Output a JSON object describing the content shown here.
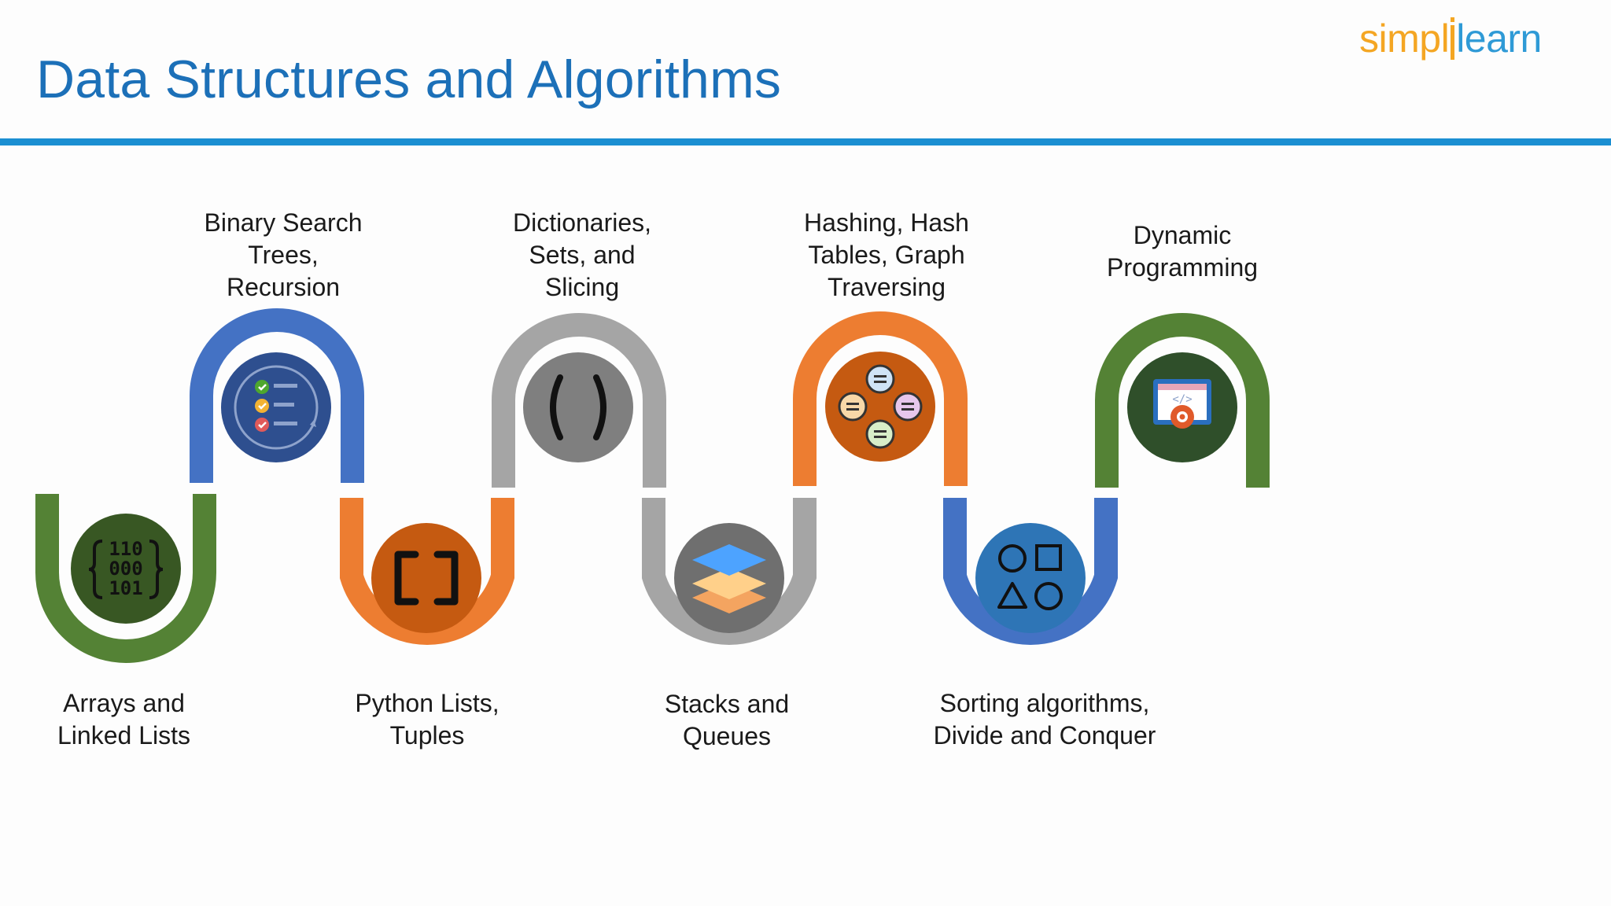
{
  "slide": {
    "title": "Data Structures and Algorithms",
    "logo": {
      "part1": "simpl",
      "part2": "learn"
    }
  },
  "steps": [
    {
      "label_lines": [
        "Arrays and",
        "Linked Lists"
      ],
      "color": "#548235",
      "icon": "binary-data-icon"
    },
    {
      "label_lines": [
        "Binary Search",
        "Trees,",
        "Recursion"
      ],
      "color": "#4472c4",
      "icon": "checklist-icon"
    },
    {
      "label_lines": [
        "Python Lists,",
        "Tuples"
      ],
      "color": "#ed7d31",
      "icon": "square-brackets-icon"
    },
    {
      "label_lines": [
        "Dictionaries,",
        "Sets, and",
        "Slicing"
      ],
      "color": "#a5a5a5",
      "icon": "parentheses-icon"
    },
    {
      "label_lines": [
        "Stacks and",
        "Queues"
      ],
      "color": "#a5a5a5",
      "icon": "stacked-layers-icon"
    },
    {
      "label_lines": [
        "Hashing, Hash",
        "Tables, Graph",
        "Traversing"
      ],
      "color": "#ed7d31",
      "icon": "hash-nodes-icon"
    },
    {
      "label_lines": [
        "Sorting algorithms,",
        "Divide and Conquer"
      ],
      "color": "#4472c4",
      "icon": "shapes-icon"
    },
    {
      "label_lines": [
        "Dynamic",
        "Programming"
      ],
      "color": "#548235",
      "icon": "code-gear-icon"
    }
  ]
}
